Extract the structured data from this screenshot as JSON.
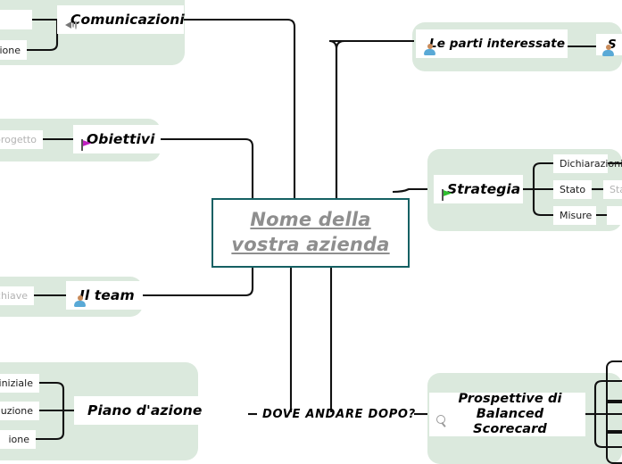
{
  "document": {
    "type": "mind-map",
    "language": "it",
    "background_color": "#ffffff",
    "branch_fill_color": "#dbe9dd",
    "center_border_color": "#156063",
    "center_text_color": "#8e8e8e",
    "connector_color": "#111111"
  },
  "center": {
    "line1": "Nome della",
    "line2": "vostra azienda"
  },
  "branches": {
    "comunicazioni": {
      "label": "Comunicazioni",
      "icon": "speaker-icon",
      "children": [
        {
          "label": "",
          "clipped": true
        },
        {
          "label": "azione",
          "clipped": true
        }
      ]
    },
    "parti_interessate": {
      "label": "Le parti interessate",
      "icon": "person-icon",
      "children": [
        {
          "label": "S",
          "icon": "person-icon",
          "clipped": true
        }
      ]
    },
    "obiettivi": {
      "label": "Obiettivi",
      "icon": "flag-magenta-icon",
      "icon_color": "#c020c0",
      "children": [
        {
          "label": "l progetto",
          "clipped": true
        }
      ]
    },
    "strategia": {
      "label": "Strategia",
      "icon": "flag-green-icon",
      "icon_color": "#2fbf2f",
      "children": [
        {
          "label": "Dichiarazioni"
        },
        {
          "label": "Stato",
          "grandchild": "Stat",
          "grandchild_clipped": true
        },
        {
          "label": "Misure",
          "grandchild_icon": "note-orange-icon",
          "grandchild_clipped": true
        }
      ]
    },
    "il_team": {
      "label": "Il team",
      "icon": "person-icon",
      "children": [
        {
          "label": "li chiave",
          "clipped": true
        }
      ]
    },
    "piano_azione": {
      "label": "Piano d'azione",
      "icon": "green-check-icon",
      "children": [
        {
          "label": "ase iniziale",
          "clipped": true
        },
        {
          "label": "secuzione",
          "clipped": true
        },
        {
          "label": "ione",
          "clipped": true
        }
      ]
    },
    "dove_andare": {
      "label": "DOVE ANDARE DOPO?",
      "icon": "info-icon"
    },
    "balanced_scorecard": {
      "line1": "Prospettive di",
      "line2": "Balanced Scorecard",
      "icon": "search-icon",
      "children": [
        {
          "label": "",
          "clipped": true
        },
        {
          "label": "",
          "clipped": true
        },
        {
          "label": "",
          "clipped": true
        }
      ]
    }
  }
}
